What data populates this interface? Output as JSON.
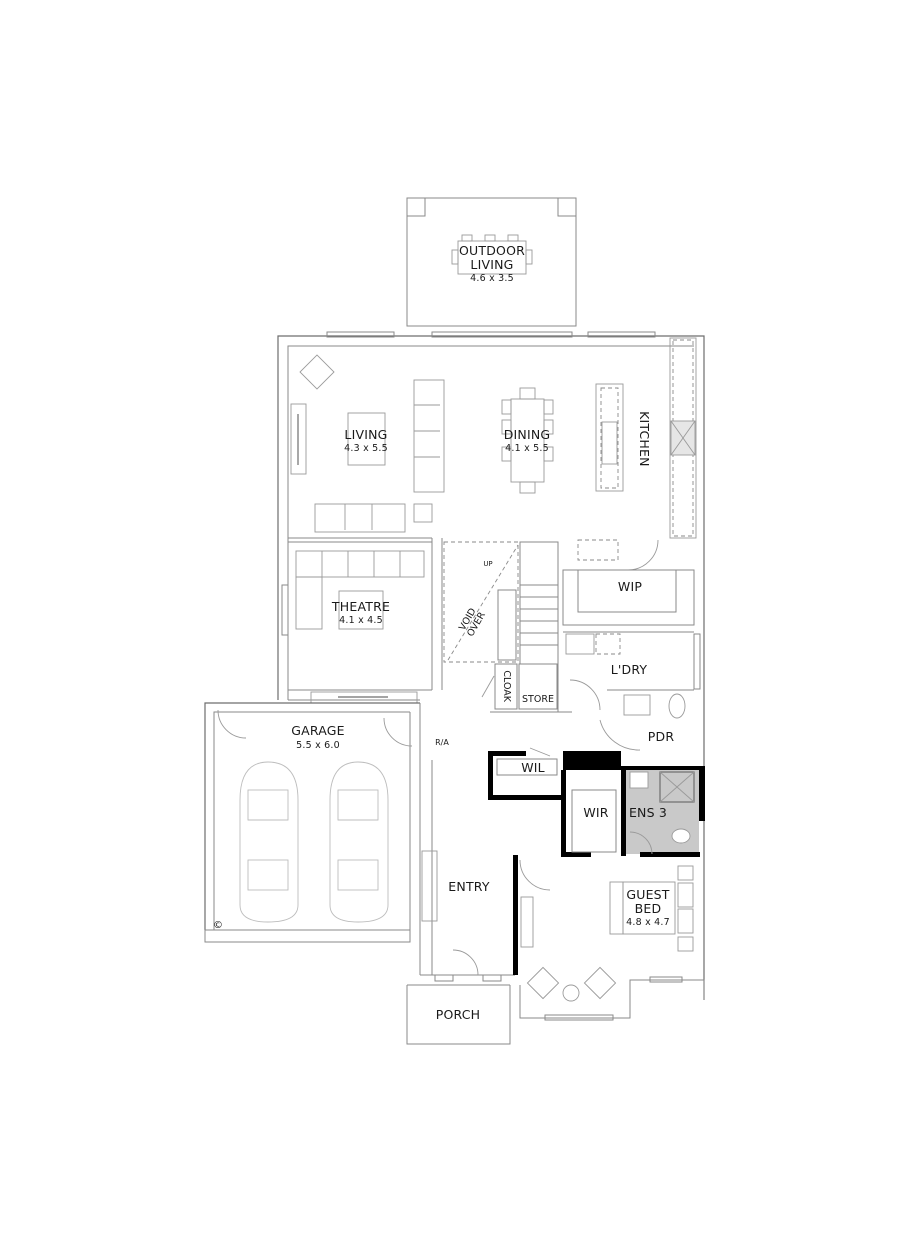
{
  "floor_plan": {
    "rooms": [
      {
        "id": "outdoor-living",
        "name_line1": "OUTDOOR",
        "name_line2": "LIVING",
        "dims": "4.6 x 3.5"
      },
      {
        "id": "living",
        "name": "LIVING",
        "dims": "4.3 x 5.5"
      },
      {
        "id": "dining",
        "name": "DINING",
        "dims": "4.1 x 5.5"
      },
      {
        "id": "kitchen",
        "name": "KITCHEN"
      },
      {
        "id": "theatre",
        "name": "THEATRE",
        "dims": "4.1 x 4.5"
      },
      {
        "id": "void-over",
        "name_line1": "VOID",
        "name_line2": "OVER"
      },
      {
        "id": "wip",
        "name": "WIP"
      },
      {
        "id": "laundry",
        "name": "L'DRY"
      },
      {
        "id": "cloak",
        "name": "CLOAK"
      },
      {
        "id": "store",
        "name": "STORE"
      },
      {
        "id": "pdr",
        "name": "PDR"
      },
      {
        "id": "garage",
        "name": "GARAGE",
        "dims": "5.5 x 6.0"
      },
      {
        "id": "wil",
        "name": "WIL"
      },
      {
        "id": "wir",
        "name": "WIR"
      },
      {
        "id": "ens3",
        "name": "ENS 3"
      },
      {
        "id": "entry",
        "name": "ENTRY"
      },
      {
        "id": "guest-bed",
        "name_line1": "GUEST",
        "name_line2": "BED",
        "dims": "4.8 x 4.7"
      },
      {
        "id": "porch",
        "name": "PORCH"
      }
    ],
    "annotations": {
      "stair_up": "UP",
      "return_air": "R/A",
      "copyright": "©"
    },
    "colors": {
      "wall": "#8a8a8a",
      "thick_wall": "#000000",
      "wet_area": "#c9c9c9",
      "background": "#ffffff"
    }
  }
}
